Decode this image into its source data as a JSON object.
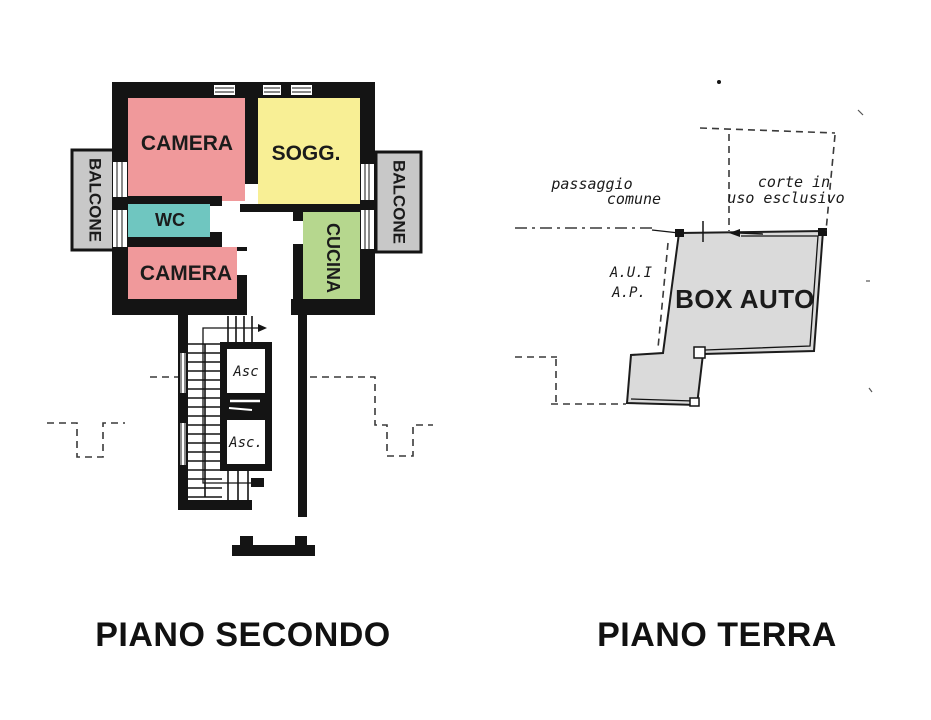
{
  "colors": {
    "wall": "#141414",
    "pink_room": "#f0999b",
    "yellow_room": "#f8ef95",
    "teal_room": "#6fc6c0",
    "green_room": "#b6d78e",
    "balcony": "#c8c8c8",
    "garage": "#dadada"
  },
  "piano_secondo": {
    "caption": "PIANO SECONDO",
    "rooms": {
      "camera_top": "CAMERA",
      "soggiorno": "SOGG.",
      "wc": "WC",
      "camera_bottom": "CAMERA",
      "cucina": "CUCINA"
    },
    "balconies": {
      "left": "BALCONE",
      "right": "BALCONE"
    },
    "elevators": {
      "top": "Asc",
      "bottom": "Asc."
    }
  },
  "piano_terra": {
    "caption": "PIANO TERRA",
    "annotations": {
      "passaggio_line1": "passaggio",
      "passaggio_line2": "comune",
      "corte_line1": "corte in",
      "corte_line2": "uso esclusivo",
      "abbr_line1": "A.U.I",
      "abbr_line2": "A.P."
    },
    "garage_label": "BOX AUTO"
  }
}
